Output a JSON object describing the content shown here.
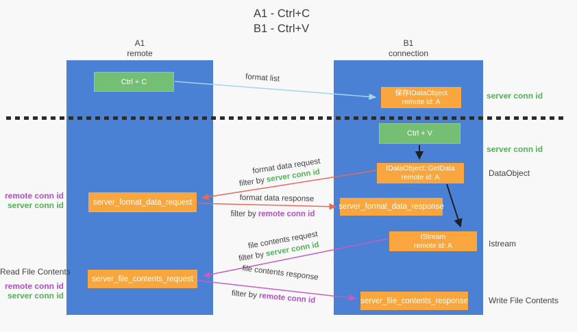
{
  "title": {
    "line1": "A1 - Ctrl+C",
    "line2": "B1 - Ctrl+V"
  },
  "lanes": {
    "left": {
      "name": "A1",
      "role": "remote"
    },
    "right": {
      "name": "B1",
      "role": "connection"
    }
  },
  "nodes": {
    "ctrl_c": {
      "label": "Ctrl + C"
    },
    "ctrl_v": {
      "label": "Ctrl + V"
    },
    "save_dataobject": {
      "line1": "保存IDataObject",
      "line2": "remote id: A"
    },
    "getdata": {
      "line1": "IDataObject::GetData",
      "line2": "remote id: A"
    },
    "istream": {
      "line1": "IStream",
      "line2": "remote id: A"
    },
    "format_request": {
      "label": "server_format_data_request"
    },
    "format_response": {
      "label": "server_format_data_response"
    },
    "file_request": {
      "label": "server_file_contents_request"
    },
    "file_response": {
      "label": "server_file_contents_response"
    }
  },
  "side_labels": {
    "right_server_conn_id_top": "server conn id",
    "right_server_conn_id_mid": "server conn id",
    "right_dataobject": "DataObject",
    "right_istream": "Istream",
    "right_write_file_contents": "Write File Contents",
    "left_remote_conn_id_top": "remote conn id",
    "left_server_conn_id_top": "server conn id",
    "left_read_file_contents": "Read File Contents",
    "left_remote_conn_id_bottom": "remote conn id",
    "left_server_conn_id_bottom": "server conn id"
  },
  "arrows": {
    "format_list": {
      "label": "format list"
    },
    "format_data_request": {
      "label": "format data request",
      "filter_prefix": "filter by ",
      "filter_key": "server conn id"
    },
    "format_data_response": {
      "label": "format data response",
      "filter_prefix": "filter by ",
      "filter_key": "remote conn id"
    },
    "file_contents_request": {
      "label": "file contents request",
      "filter_prefix": "filter by ",
      "filter_key": "server conn id"
    },
    "file_contents_response": {
      "label": "file contents response",
      "filter_prefix": "filter by ",
      "filter_key": "remote conn id"
    }
  },
  "colors": {
    "background": "#f8f8f8",
    "lane_blue": "#4a81d4",
    "green_box": "#74bf74",
    "orange_box": "#f8a63d",
    "green_text": "#53b156",
    "magenta_text": "#b14fc3",
    "red_arrow": "#e8695a",
    "magenta_arrow": "#c45ec4",
    "light_blue_arrow": "#a6d3ee",
    "black_arrow": "#1f1f1f"
  }
}
